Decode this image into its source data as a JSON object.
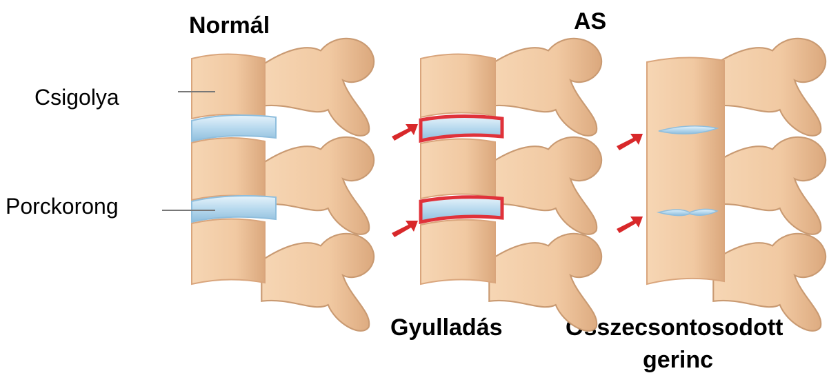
{
  "headings": {
    "normal": "Normál",
    "as": "AS"
  },
  "side_labels": {
    "vertebra": "Csigolya",
    "disc": "Porckorong"
  },
  "captions": {
    "inflammation": "Gyulladás",
    "fused_line1": "Összecsontosodott",
    "fused_line2": "gerinc"
  },
  "colors": {
    "bone": "#f1c9a2",
    "bone_shadow": "#d9a57c",
    "disc": "#b7d9ee",
    "inflammation": "#e0323a",
    "arrow": "#d8282a"
  }
}
